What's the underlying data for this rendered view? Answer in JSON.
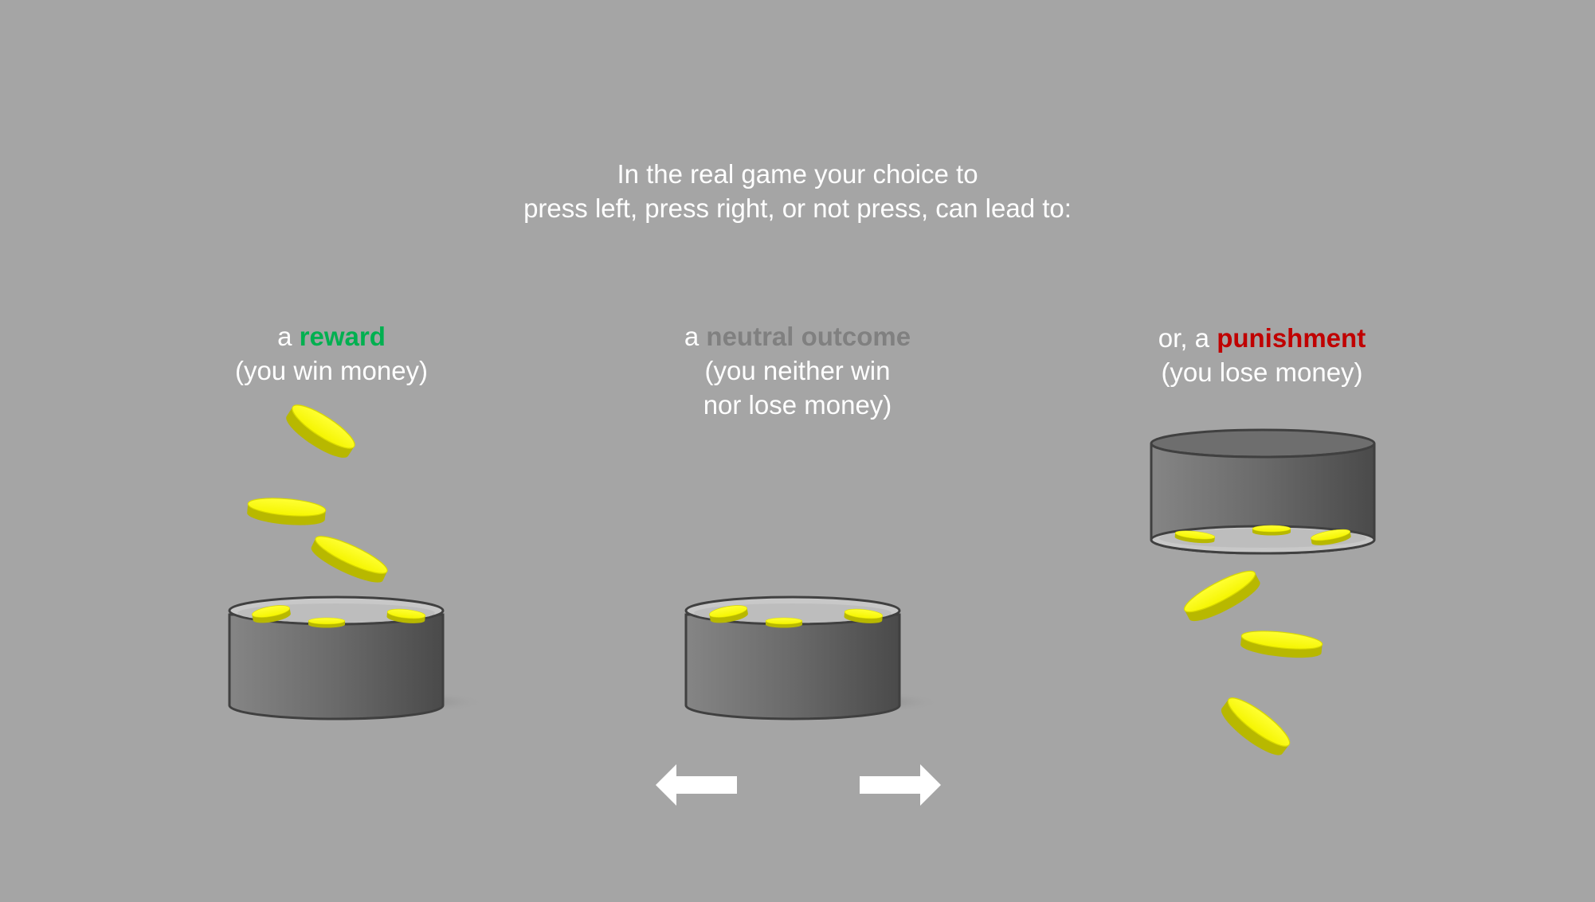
{
  "headline": {
    "line1": "In the real game your choice to",
    "line2": "press left, press right, or not press, can lead to:"
  },
  "outcomes": {
    "reward": {
      "prefix": "a ",
      "keyword": "reward",
      "keyword_color": "#00b050",
      "detail": "(you win money)"
    },
    "neutral": {
      "prefix": "a ",
      "keyword": "neutral outcome",
      "keyword_color": "#808080",
      "detail_line1": "(you neither win",
      "detail_line2": "nor lose money)"
    },
    "punishment": {
      "prefix": "or, a ",
      "keyword": "punishment",
      "keyword_color": "#c00000",
      "detail": "(you lose money)"
    }
  },
  "colors": {
    "background": "#a5a5a5",
    "coin": "#ffff00",
    "pot": "#606060",
    "arrow": "#ffffff"
  },
  "icons": {
    "left_arrow": "arrow-left-icon",
    "right_arrow": "arrow-right-icon"
  }
}
